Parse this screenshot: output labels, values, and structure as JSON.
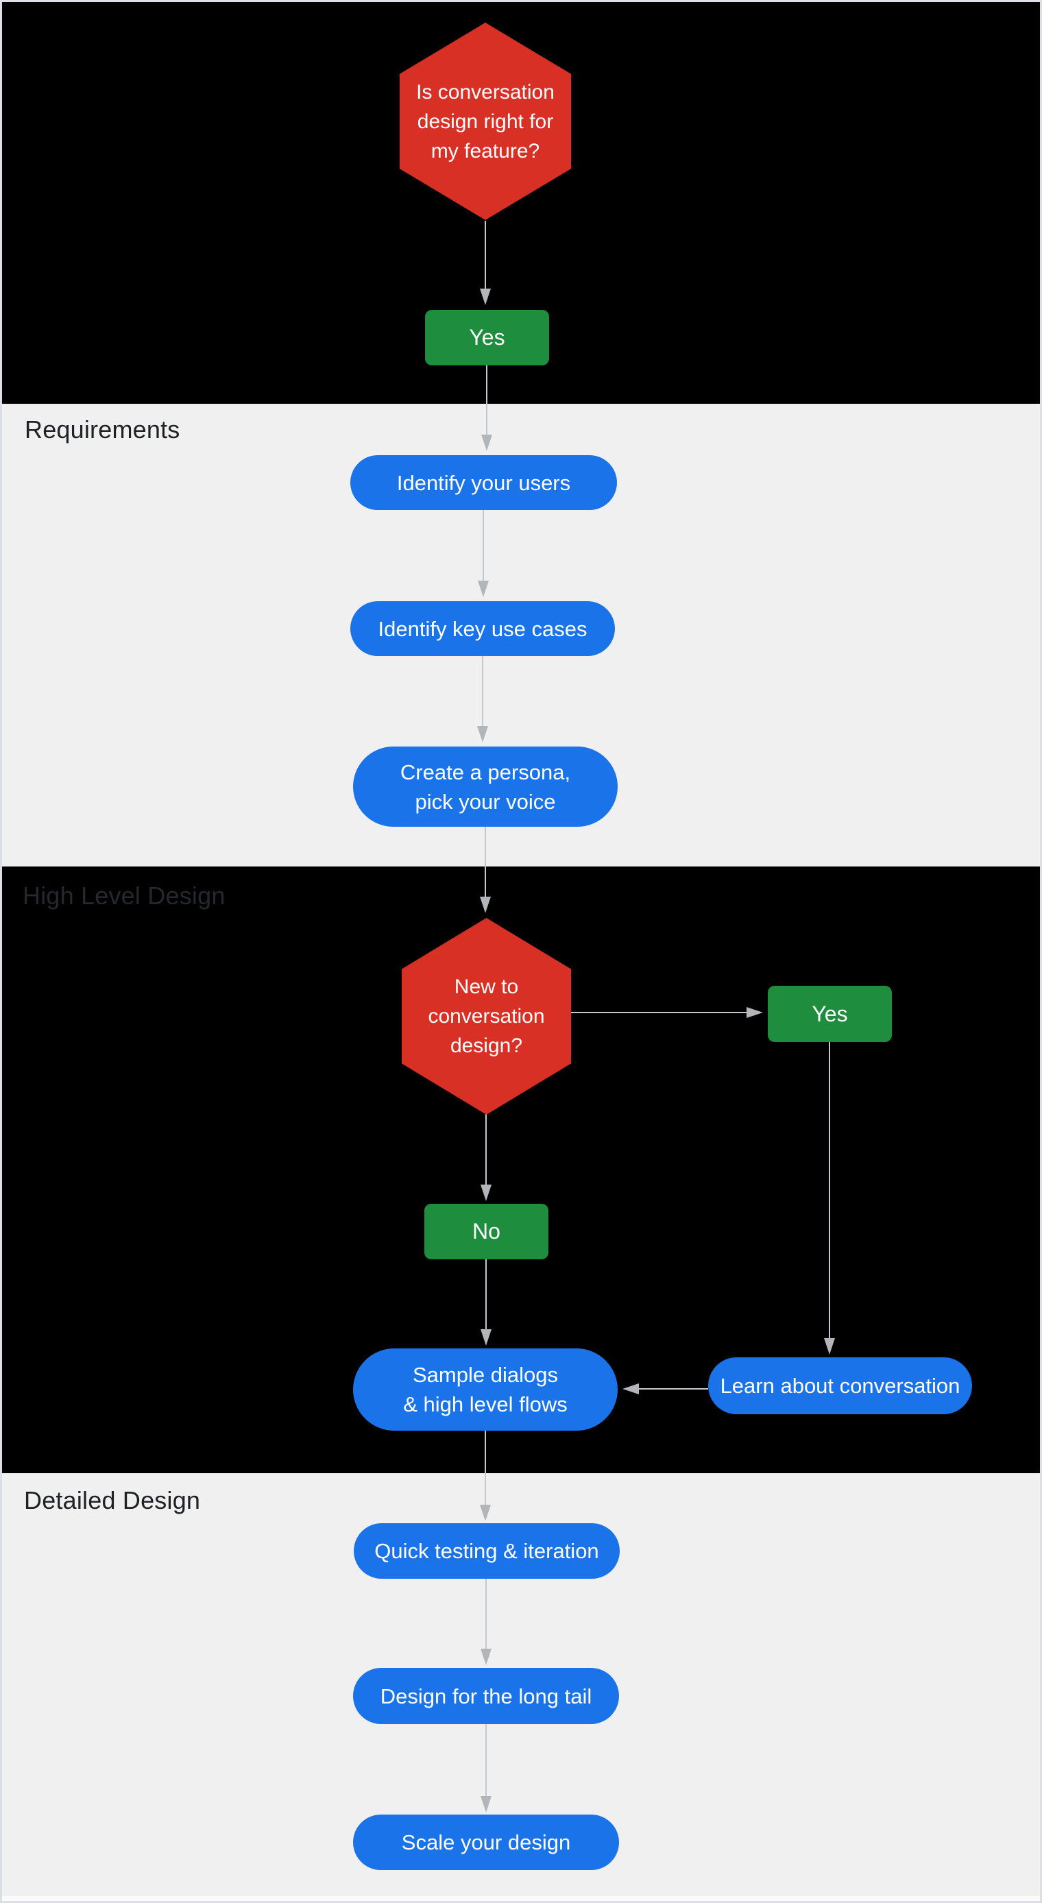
{
  "colors": {
    "red": "#d93025",
    "blue": "#1a73e8",
    "green": "#1e8e3e",
    "section-dark": "#000000",
    "section-light": "#f0f0f1",
    "line": "#c5c8cb",
    "arrowhead": "#b2b6ba",
    "header-on-light": "#202124",
    "header-on-dark": "#25282c",
    "node-text": "#ffffff",
    "frame": "#dcdfe3",
    "bottom-strip": "#fbfbfc"
  },
  "sections": {
    "requirements": {
      "label": "Requirements"
    },
    "high_level_design": {
      "label": "High Level Design"
    },
    "detailed_design": {
      "label": "Detailed Design"
    }
  },
  "nodes": {
    "start_decision": {
      "text": "Is conversation\ndesign right for\nmy feature?"
    },
    "start_yes": {
      "text": "Yes"
    },
    "identify_users": {
      "text": "Identify your users"
    },
    "identify_use_cases": {
      "text": "Identify key use cases"
    },
    "create_persona": {
      "text": "Create a persona,\npick your voice"
    },
    "new_decision": {
      "text": "New to\nconversation\ndesign?"
    },
    "new_yes": {
      "text": "Yes"
    },
    "new_no": {
      "text": "No"
    },
    "sample_dialogs": {
      "text": "Sample dialogs\n& high level flows"
    },
    "learn_conversation": {
      "text": "Learn about conversation"
    },
    "quick_testing": {
      "text": "Quick testing & iteration"
    },
    "long_tail": {
      "text": "Design for the long tail"
    },
    "scale_design": {
      "text": "Scale your design"
    }
  }
}
